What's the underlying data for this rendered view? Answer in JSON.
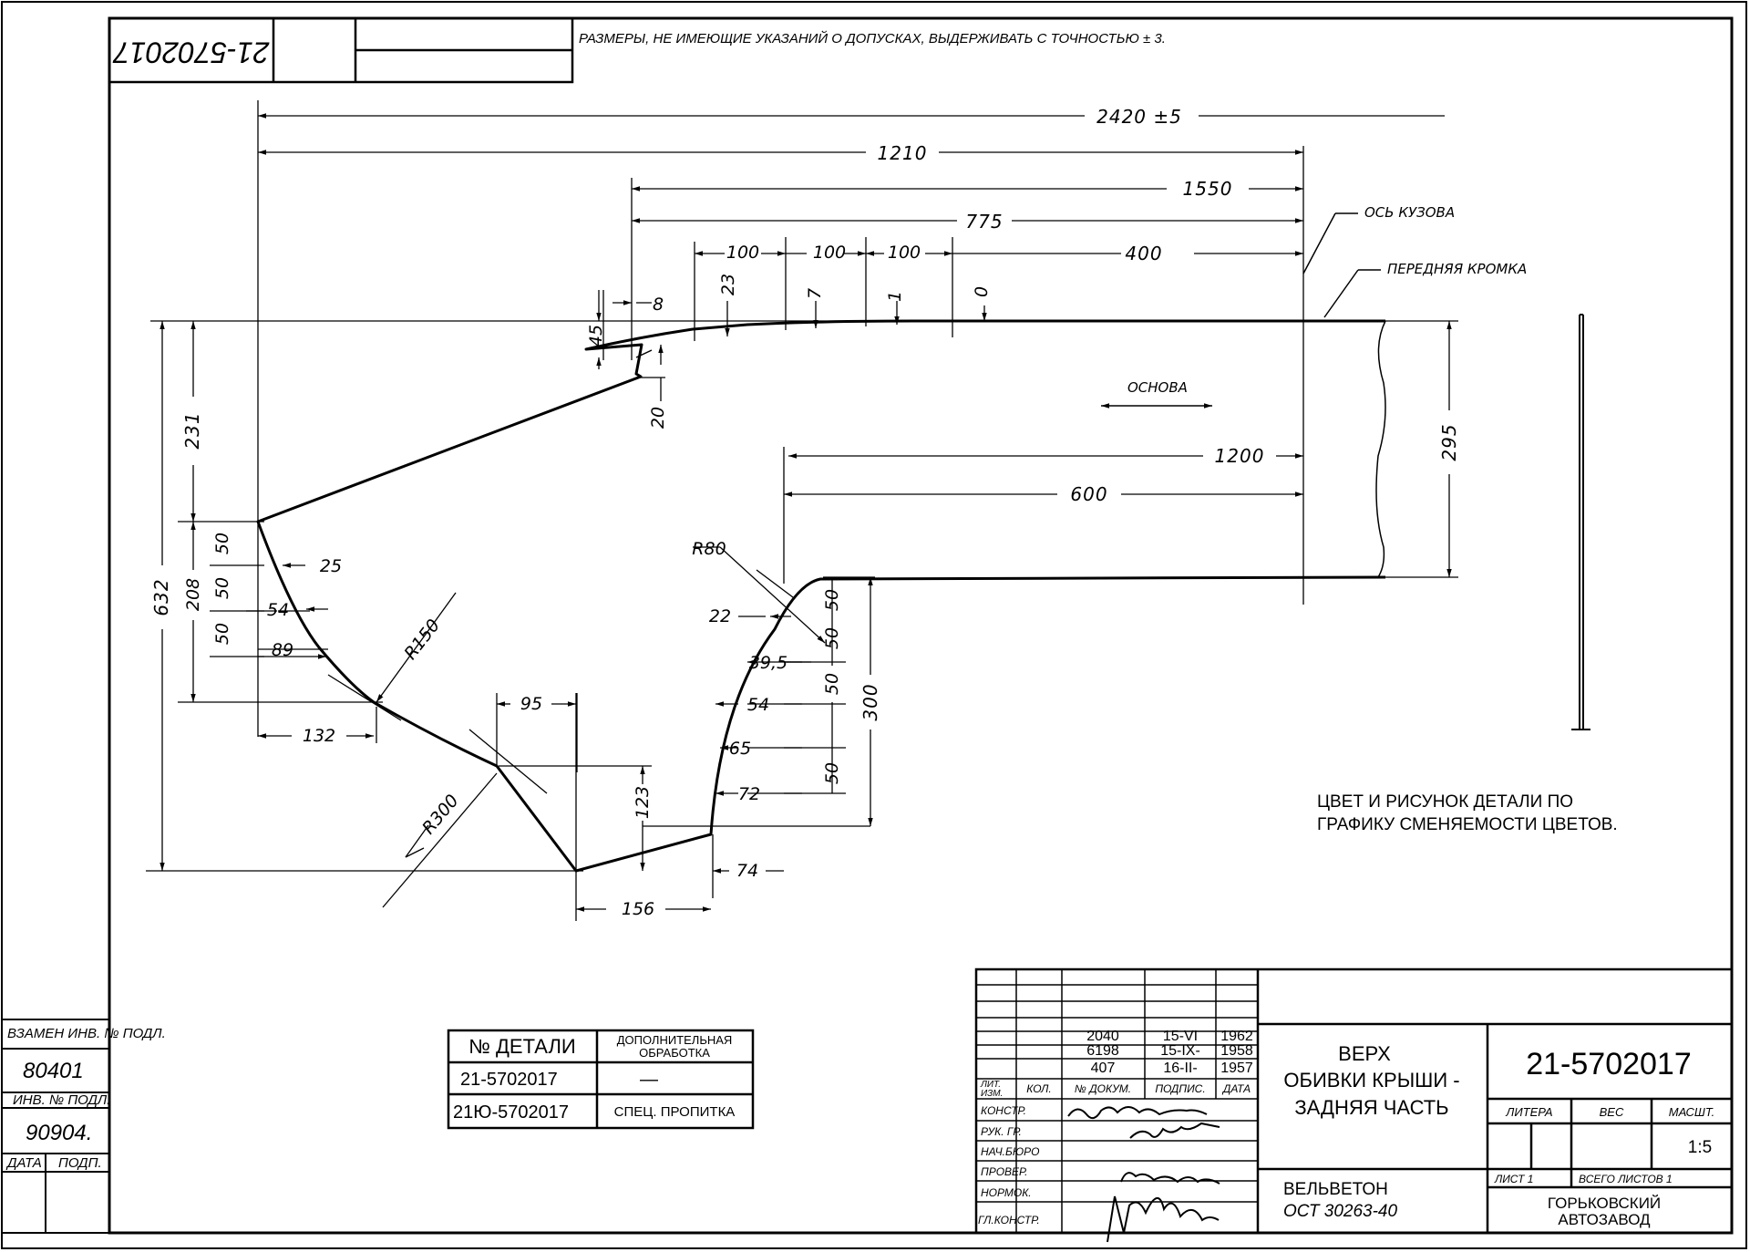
{
  "frame_number": "21-5702017",
  "tolerance_note": "РАЗМЕРЫ, НЕ ИМЕЮЩИЕ УКАЗАНИЙ О ДОПУСКАХ, ВЫДЕРЖИВАТЬ С ТОЧНОСТЬЮ ± 3.",
  "color_note": [
    "ЦВЕТ И РИСУНОК ДЕТАЛИ ПО",
    "ГРАФИКУ СМЕНЯЕМОСТИ ЦВЕТОВ."
  ],
  "labels": {
    "axis": "ОСЬ КУЗОВА",
    "front_edge": "ПЕРЕДНЯЯ КРОМКА",
    "warp": "ОСНОВА"
  },
  "dimensions": {
    "overall": "2420 ±5",
    "d1210": "1210",
    "d1550": "1550",
    "d775": "775",
    "d100a": "100",
    "d100b": "100",
    "d100c": "100",
    "d400": "400",
    "d8": "8",
    "d23": "23",
    "d7": "7",
    "d1": "1",
    "d0": "0",
    "d45": "45",
    "d20": "20",
    "d231": "231",
    "d632": "632",
    "d208": "208",
    "d50a": "50",
    "d50b": "50",
    "d50c": "50",
    "d25": "25",
    "d54a": "54",
    "d89": "89",
    "r150": "R150",
    "d132": "132",
    "d95": "95",
    "r300": "R300",
    "d123": "123",
    "d156": "156",
    "d74": "74",
    "d295": "295",
    "d1200": "1200",
    "d600": "600",
    "r80": "R80",
    "d22": "22",
    "d395": "39,5",
    "d54b": "54",
    "d65": "65",
    "d72": "72",
    "d300": "300",
    "v50a": "50",
    "v50b": "50",
    "v50c": "50",
    "v50d": "50"
  },
  "parts_table": {
    "headers": [
      "№ ДЕТАЛИ",
      "ДОПОЛНИТЕЛЬНАЯ ОБРАБОТКА"
    ],
    "rows": [
      [
        "21-5702017",
        "—"
      ],
      [
        "21Ю-5702017",
        "СПЕЦ. ПРОПИТКА"
      ]
    ]
  },
  "left_strip": {
    "replaced_label": "ВЗАМЕН ИНВ. № ПОДЛ.",
    "replaced_value": "80401",
    "inv_label": "ИНВ. № ПОДЛ.",
    "inv_value": "90904.",
    "date_label": "ДАТА",
    "sign_label": "ПОДП."
  },
  "title_block": {
    "changes": [
      {
        "doc": "2040",
        "sign": "15-VI",
        "year": "1962"
      },
      {
        "doc": "6198",
        "sign": "15-IX-",
        "year": "1958"
      },
      {
        "doc": "407",
        "sign": "16-II-",
        "year": "1957"
      }
    ],
    "col_headers": [
      "ЛИТ. ИЗМ.",
      "КОЛ.",
      "№ ДОКУМ.",
      "ПОДПИС.",
      "ДАТА"
    ],
    "roles": [
      "КОНСТР.",
      "РУК. ГР.",
      "НАЧ.БЮРО",
      "ПРОВЕР.",
      "НОРМОК.",
      "ГЛ.КОНСТР."
    ],
    "title_lines": [
      "ВЕРХ",
      "ОБИВКИ КРЫШИ -",
      "ЗАДНЯЯ ЧАСТЬ"
    ],
    "doc_number": "21-5702017",
    "litera_label": "ЛИТЕРА",
    "weight_label": "ВЕС",
    "scale_label": "МАСШТ.",
    "scale_value": "1:5",
    "sheet_label": "ЛИСТ 1",
    "sheets_total_label": "ВСЕГО ЛИСТОВ 1",
    "material": [
      "ВЕЛЬВЕТОН",
      "ОСТ 30263-40"
    ],
    "company": [
      "ГОРЬКОВСКИЙ",
      "АВТОЗАВОД"
    ]
  }
}
